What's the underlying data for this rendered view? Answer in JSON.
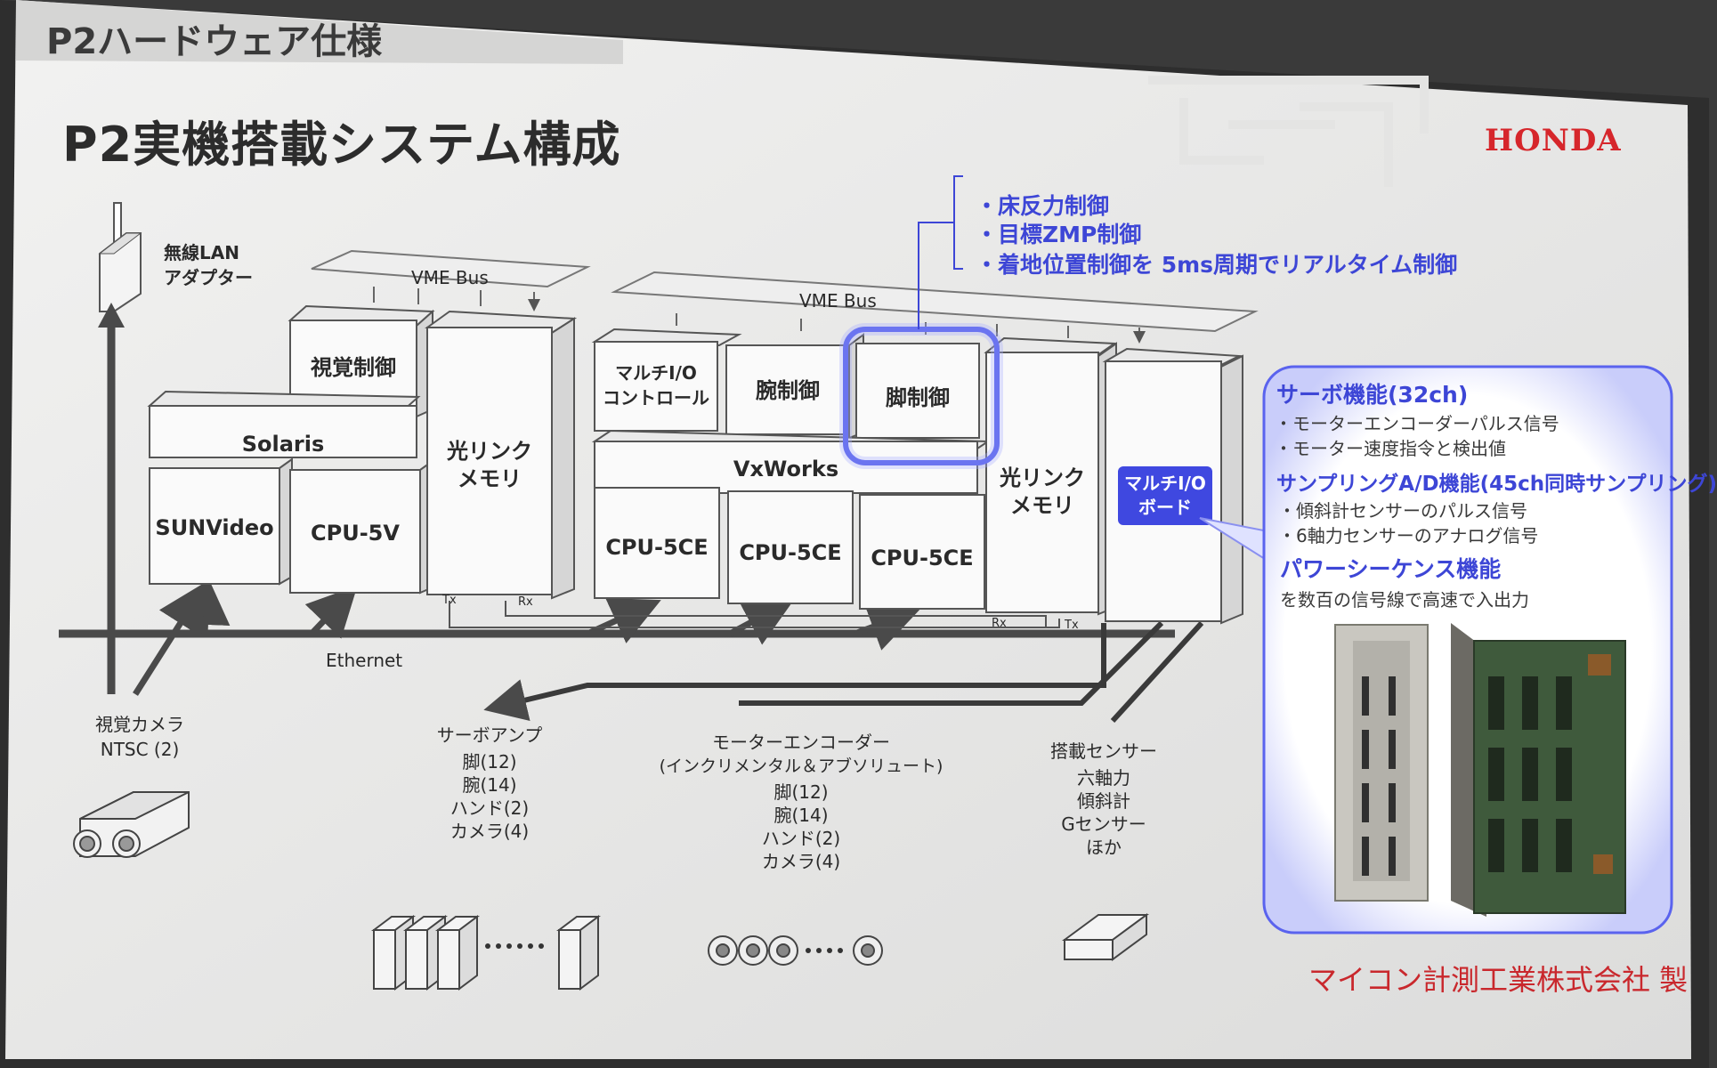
{
  "header": "P2ハードウェア仕様",
  "title": "P2実機搭載システム構成",
  "logo": "HONDA",
  "wireless": [
    "無線LAN",
    "アダプター"
  ],
  "vme_bus_left": "VME Bus",
  "vme_bus_right": "VME Bus",
  "left_rack": {
    "vision": "視覚制御",
    "solaris": "Solaris",
    "sunvideo": "SUNVideo",
    "cpu5v": "CPU-5V",
    "optical": [
      "光リンク",
      "メモリ"
    ],
    "tx": "Tx",
    "rx": "Rx"
  },
  "right_rack": {
    "multi_io_ctrl": [
      "マルチI/O",
      "コントロール"
    ],
    "arm": "腕制御",
    "leg": "脚制御",
    "vxworks": "VxWorks",
    "cpu5ce": [
      "CPU-5CE",
      "CPU-5CE",
      "CPU-5CE"
    ],
    "optical": [
      "光リンク",
      "メモリ"
    ],
    "multi_io_board": [
      "マルチI/O",
      "ボード"
    ],
    "rx": "Rx",
    "tx": "Tx"
  },
  "callout": [
    "・床反力制御",
    "・目標ZMP制御",
    "・着地位置制御を 5ms周期でリアルタイム制御"
  ],
  "ethernet": "Ethernet",
  "camera": [
    "視覚カメラ",
    "NTSC (2)"
  ],
  "servo_amp": [
    "サーボアンプ",
    "脚(12)",
    "腕(14)",
    "ハンド(2)",
    "カメラ(4)"
  ],
  "encoder": [
    "モーターエンコーダー",
    "(インクリメンタル＆アブソリュート)",
    "脚(12)",
    "腕(14)",
    "ハンド(2)",
    "カメラ(4)"
  ],
  "sensors": [
    "搭載センサー",
    "六軸力",
    "傾斜計",
    "Gセンサー",
    "ほか"
  ],
  "spec_panel": {
    "servo_title": "サーボ機能(32ch)",
    "servo_items": [
      "・モーターエンコーダーパルス信号",
      "・モーター速度指令と検出値"
    ],
    "sampling_title": "サンプリングA/D機能(45ch同時サンプリング)",
    "sampling_items": [
      "・傾斜計センサーのパルス信号",
      "・6軸力センサーのアナログ信号"
    ],
    "power_title": "パワーシーケンス機能",
    "power_item": "を数百の信号線で高速で入出力"
  },
  "maker": "マイコン計測工業株式会社 製",
  "colors": {
    "accent": "#3d46d6",
    "brand": "#d6262b",
    "maker": "#c9282d"
  }
}
